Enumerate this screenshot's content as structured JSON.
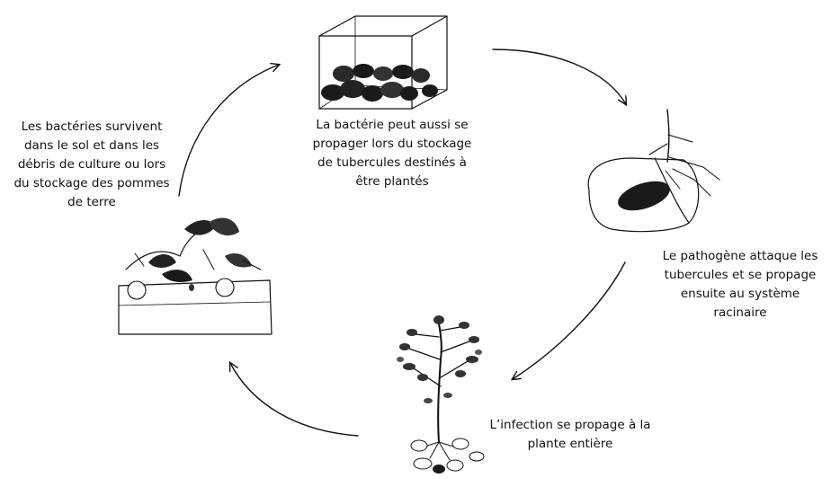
{
  "captions": {
    "survive": "Les bactéries survivent\ndans le sol et dans les\ndébris de culture ou lors\ndu stockage des pommes\nde terre",
    "storage": "La bactérie peut aussi se\npropager lors du stockage\nde tubercules destinés à\nêtre plantés",
    "attack": "Le pathogène attaque les\ntubercules et se propage\nensuite au système\nracinaire",
    "spread": "L’infection se propage à la\nplante entière"
  },
  "colors": {
    "ink": "#111111",
    "background": "#ffffff"
  }
}
